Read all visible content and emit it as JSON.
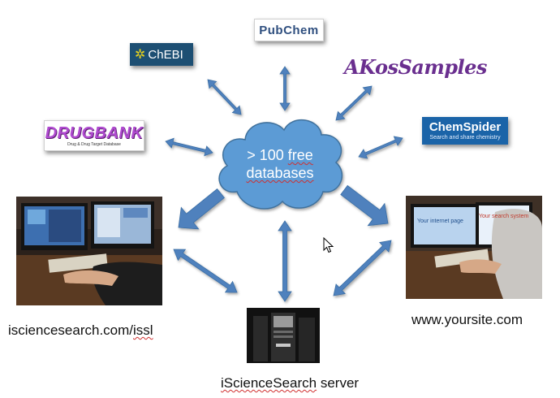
{
  "cloud": {
    "line1": "> 100 free",
    "line2": "databases"
  },
  "logos": {
    "pubchem": "PubChem",
    "chebi": "ChEBI",
    "akos": "AKosSamples",
    "drugbank": "DRUGBANK",
    "drugbank_tagline": "Drug & Drug Target Database",
    "chemspider": "ChemSpider",
    "chemspider_tagline": "Search and share chemistry"
  },
  "nodes": {
    "left_label": "isciencesearch.com/issl",
    "right_label": "www.yoursite.com",
    "server_label": "iScienceSearch server"
  },
  "screen_text": {
    "internet_page": "Your internet page",
    "search_system": "Your search system"
  },
  "colors": {
    "arrow": "#4f81bd",
    "arrow_edge": "#3a6ea5",
    "cloud": "#5b9bd5",
    "akos": "#6a2f8f",
    "drugbank": "#b04bd0",
    "chemspider_bg": "#1b64a8",
    "chebi_bg": "#1d4f73"
  }
}
